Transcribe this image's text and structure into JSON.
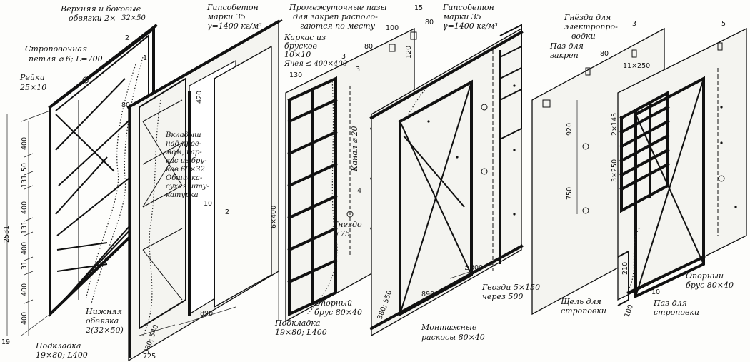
{
  "labels": {
    "top_side_trim": "Верхняя и боковые",
    "top_side_trim_2": "обвязки 2×",
    "top_side_trim_dim": "32×50",
    "lifting_loop": "Строповочная",
    "lifting_loop_2": "петля ⌀ 6; L=700",
    "slats": "Рейки",
    "slats_dim": "25×10",
    "gypsum_a": "Гипсобетон",
    "gypsum_a_2": "марки 35",
    "gypsum_a_3": "γ=1400 кг/м³",
    "insert": "Вкладыш",
    "insert_2": "над прое-",
    "insert_3": "мом, кар-",
    "insert_4": "кас из бру-",
    "insert_5": "ков 60×32",
    "insert_6": "Обшивка-",
    "insert_7": "сухая шту-",
    "insert_8": "катурка",
    "bottom_trim": "Нижняя",
    "bottom_trim_2": "обвязка",
    "bottom_trim_3": "2(32×50)",
    "pad_a": "Подкладка",
    "pad_a_2": "19×80; L400",
    "intermediate": "Промежуточные пазы",
    "intermediate_2": "для закреп располо-",
    "intermediate_3": "гаются по месту",
    "frame": "Каркас из",
    "frame_2": "брусков",
    "frame_3": "10×10",
    "frame_4": "Ячея ≤ 400×400",
    "channel": "Канал ⌀ 20",
    "socket": "Гнездо",
    "socket_2": "⌀ 75",
    "gypsum_b": "Гипсобетон",
    "gypsum_b_2": "марки 35",
    "gypsum_b_3": "γ=1400 кг/м³",
    "support_a": "Опорный",
    "support_a_2": "брус 80×40",
    "pad_b": "Подкладка",
    "pad_b_2": "19×80; L400",
    "mount": "Монтажные",
    "mount_2": "раскосы 80×40",
    "nails": "Гвозди 5×150",
    "nails_2": "через 500",
    "groove": "Паз для",
    "groove_2": "закреп",
    "elec": "Гнёзда для",
    "elec_2": "электропро-",
    "elec_3": "водки",
    "support_b": "Опорный",
    "support_b_2": "брус 80×40",
    "slot": "Щель для",
    "slot_2": "строповки",
    "groove_b": "Паз для",
    "groove_b_2": "строповки"
  },
  "dims": {
    "d2531": "2531",
    "d400a": "400",
    "d50": "50",
    "d131a": "131",
    "d400b": "400",
    "d131b": "131",
    "d400c": "400",
    "d31": "31",
    "d400d": "400",
    "d400e": "400",
    "d19": "19",
    "d2": "2",
    "d80a": "80",
    "d1a": "1",
    "d420": "420",
    "d10a": "10",
    "d2b": "2",
    "d890a": "890",
    "d380": "380; 540",
    "d725": "725",
    "d130": "130",
    "d6x400": "6×400",
    "d3": "3",
    "d80b": "80",
    "d100": "100",
    "d120": "120",
    "d15": "15",
    "d80c": "80",
    "d3b": "3",
    "d4": "4",
    "d300": "≥300",
    "d890b": "890",
    "d380b": "380; 550",
    "d920": "920",
    "d750": "750",
    "d80d": "80",
    "d11x250": "11×250",
    "d2x145": "2×145",
    "d3x250": "3×250",
    "d3c": "3",
    "d5": "5",
    "d210": "210",
    "d10b": "10",
    "d100b": "100"
  }
}
